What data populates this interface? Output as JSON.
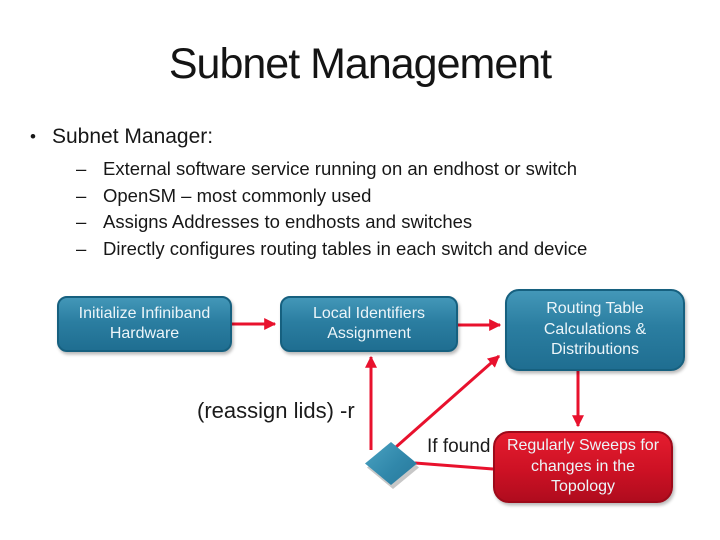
{
  "slide": {
    "title": "Subnet Management"
  },
  "bullets": {
    "heading_marker": "•",
    "heading": "Subnet Manager:",
    "sub_marker": "–",
    "items": [
      "External software service running on an endhost or switch",
      "OpenSM – most commonly used",
      "Assigns Addresses to endhosts and switches",
      "Directly configures routing tables in each switch and device"
    ]
  },
  "diagram": {
    "nodes": [
      {
        "id": "initialize-hardware",
        "label": "Initialize Infiniband\nHardware",
        "type": "process"
      },
      {
        "id": "local-identifiers",
        "label": "Local Identifiers\nAssignment",
        "type": "process"
      },
      {
        "id": "routing-table",
        "label": "Routing Table\nCalculations &\nDistributions",
        "type": "process"
      },
      {
        "id": "regular-sweeps",
        "label": "Regularly Sweeps for\nchanges in the\nTopology",
        "type": "highlight"
      }
    ],
    "edge_labels": {
      "reassign": "(reassign lids) -r",
      "if_found": "If found"
    },
    "colors": {
      "process_fill": "#2b7ea1",
      "process_border": "#16607f",
      "highlight_fill": "#cd1124",
      "arrow": "#e8112d",
      "node_text": "#ecf5f9"
    }
  }
}
